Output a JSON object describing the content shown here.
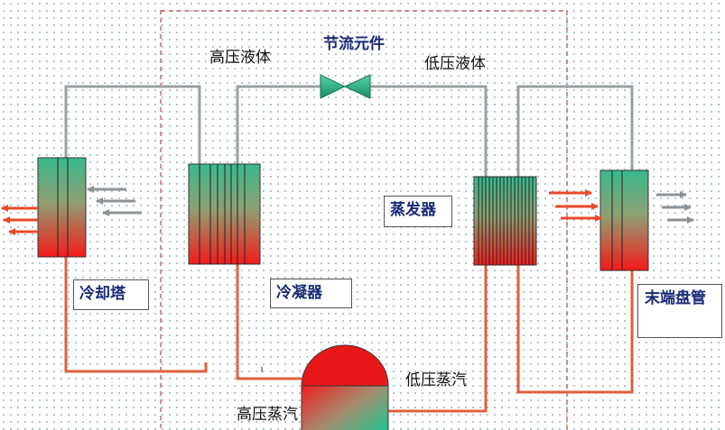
{
  "labels": {
    "throttle": "节流元件",
    "high_pressure_liquid": "高压液体",
    "low_pressure_liquid": "低压液体",
    "evaporator": "蒸发器",
    "cooling_tower": "冷却塔",
    "condenser": "冷凝器",
    "terminal_coil": "末端盘管",
    "low_pressure_vapor": "低压蒸汽",
    "high_pressure_vapor": "高压蒸汽"
  },
  "colors": {
    "background": "#ffffff",
    "dot_grid": "#9fb4bd",
    "liquid_pipe": "#9aa0a3",
    "hot_pipe": "#e0603c",
    "gradient_top": "#3fb98a",
    "gradient_bottom": "#f21a1a",
    "compressor_top": "#e81818",
    "boundary_dash": "#b04a4a",
    "label_text": "#1a2a7a",
    "arrow_gray": "#8c9296",
    "arrow_red": "#e84a2a"
  }
}
